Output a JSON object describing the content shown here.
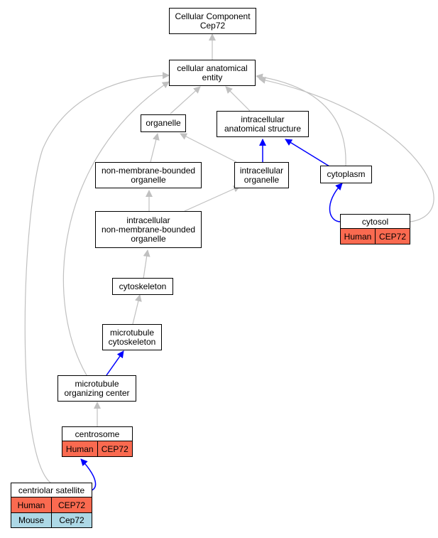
{
  "colors": {
    "is_a": "#c0c0c0",
    "part_of": "#0000ff",
    "human": "#fa6a50",
    "mouse": "#add8e6"
  },
  "nodes": {
    "root": "Cellular Component\nCep72",
    "cae": "cellular anatomical\nentity",
    "organelle": "organelle",
    "ias": "intracellular\nanatomical structure",
    "nmbo": "non-membrane-bounded\norganelle",
    "io": "intracellular\norganelle",
    "cytoplasm": "cytoplasm",
    "inmbo": "intracellular\nnon-membrane-bounded\norganelle",
    "cytoskeleton": "cytoskeleton",
    "mtcs": "microtubule\ncytoskeleton",
    "mtoc": "microtubule\norganizing center"
  },
  "table_nodes": {
    "cytosol": {
      "title": "cytosol",
      "rows": [
        {
          "species": "Human",
          "gene": "CEP72"
        }
      ]
    },
    "centrosome": {
      "title": "centrosome",
      "rows": [
        {
          "species": "Human",
          "gene": "CEP72"
        }
      ]
    },
    "centriolar": {
      "title": "centriolar satellite",
      "rows": [
        {
          "species": "Human",
          "gene": "CEP72"
        },
        {
          "species": "Mouse",
          "gene": "Cep72"
        }
      ]
    }
  }
}
